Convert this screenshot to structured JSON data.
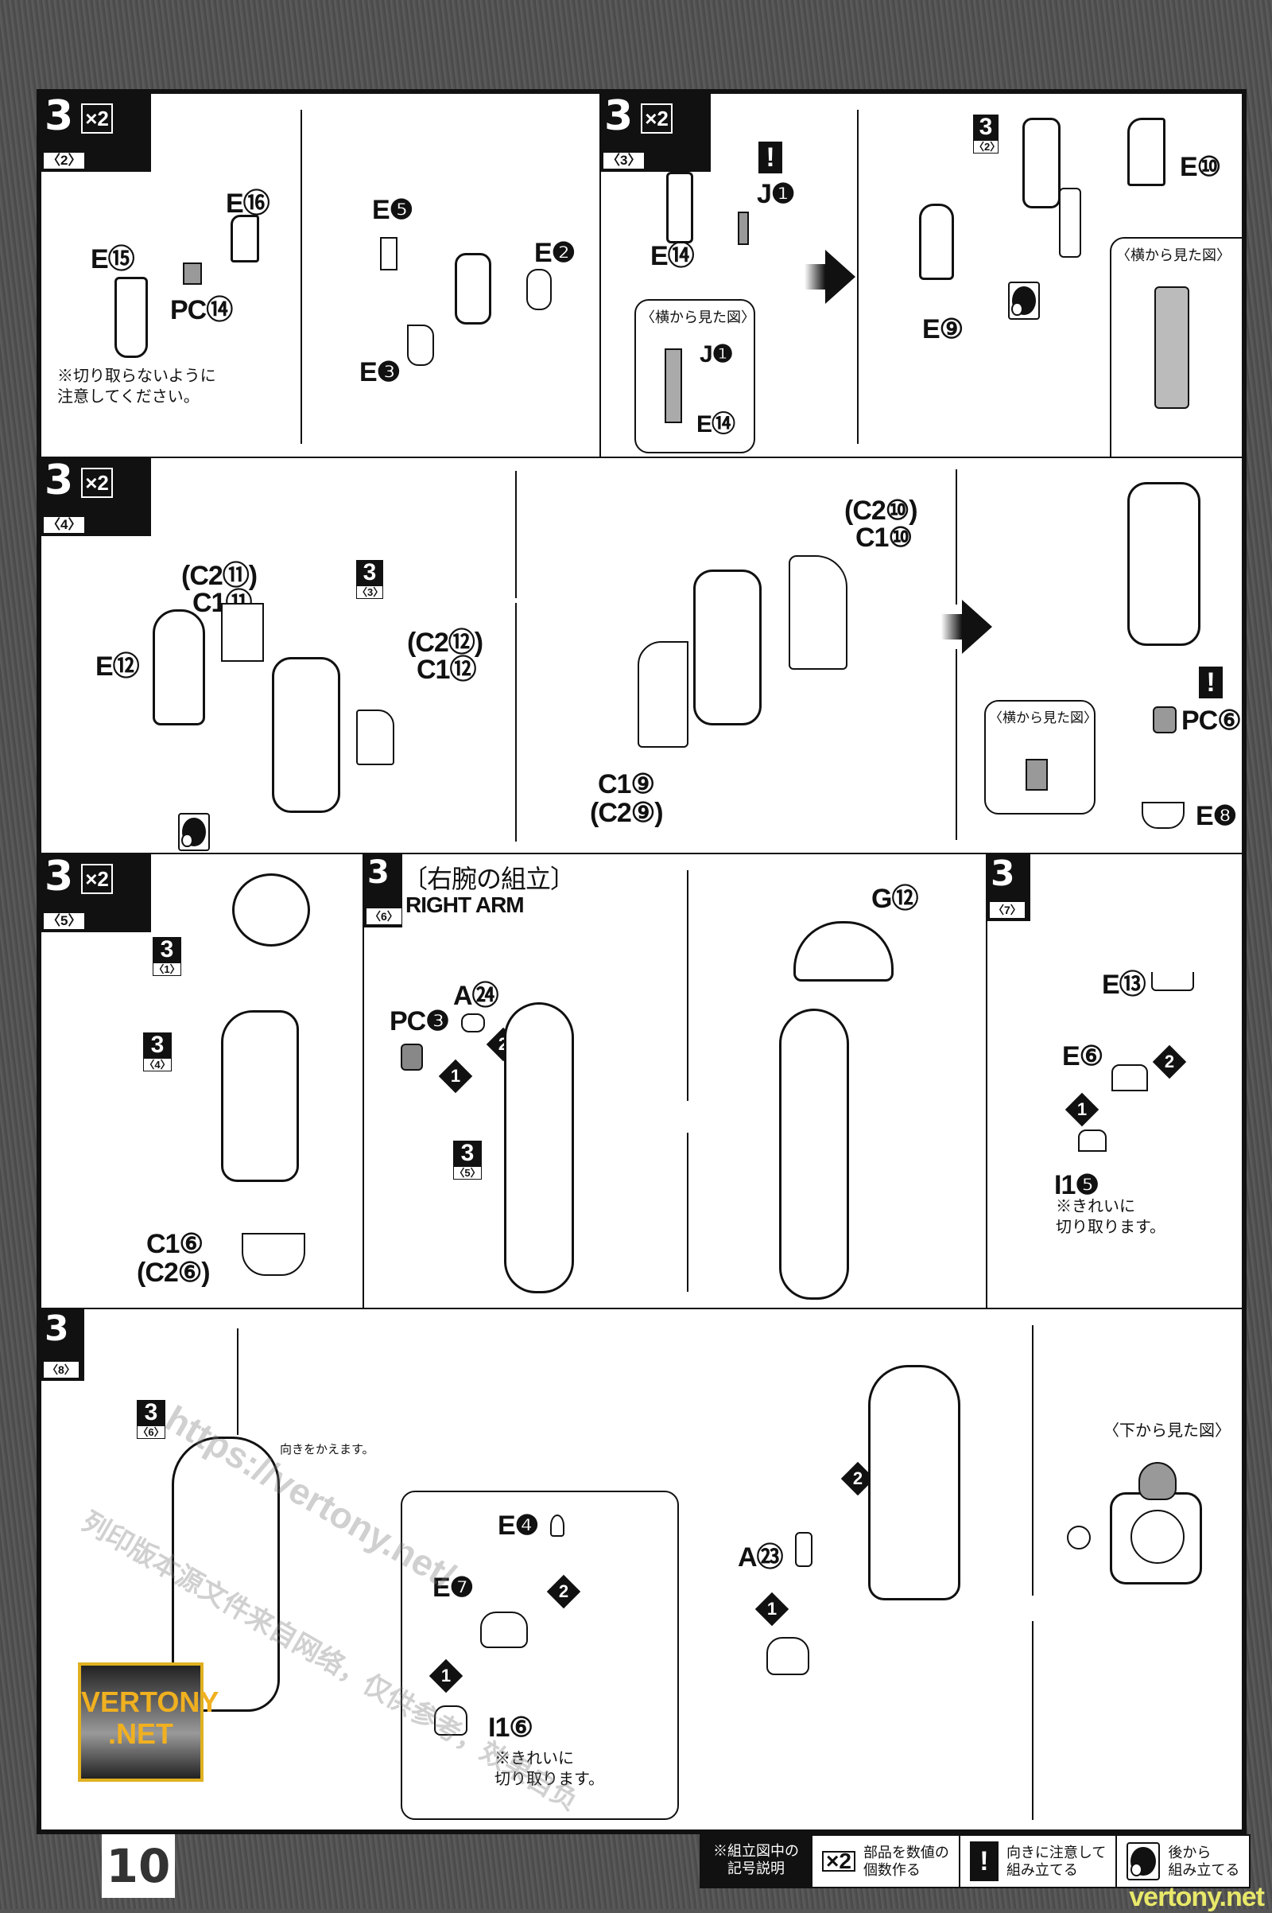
{
  "page": {
    "number": "10",
    "watermark_logo": "VERTONY\n.NET",
    "watermark_url": "https://vertony.net/",
    "watermark_cn": "列印版本源文件来自网络，仅供参考，效果自负",
    "corner_site": "vertony.net"
  },
  "panels": [
    {
      "step": "3",
      "sub": "〈2〉",
      "multiplier": "×2",
      "parts": [
        "E⑮",
        "E⑯",
        "PC⑭",
        "E❺",
        "E❷",
        "E❸"
      ],
      "note": "※切り取らないように\n注意してください。"
    },
    {
      "step": "3",
      "sub": "〈3〉",
      "multiplier": "×2",
      "parts": [
        "J❶",
        "E⑭",
        "E⑩",
        "E⑨"
      ],
      "caution_mark": "!",
      "ref_step": {
        "num": "3",
        "sub": "〈2〉"
      },
      "side_view_label": "〈横から見た図〉",
      "side_view_parts": [
        "J❶",
        "E⑭"
      ],
      "side_view_label_2": "〈横から見た図〉"
    },
    {
      "step": "3",
      "sub": "〈4〉",
      "multiplier": "×2",
      "parts": [
        "(C2⑪)",
        "C1⑪",
        "E⑫",
        "(C2⑫)",
        "C1⑫",
        "(C2⑩)",
        "C1⑩",
        "C1⑨",
        "(C2⑨)",
        "PC⑥",
        "E❽"
      ],
      "ref_step": {
        "num": "3",
        "sub": "〈3〉"
      },
      "caution_mark": "!",
      "side_view_label": "〈横から見た図〉"
    },
    {
      "step": "3",
      "sub": "〈5〉",
      "multiplier": "×2",
      "refs": [
        {
          "num": "3",
          "sub": "〈1〉"
        },
        {
          "num": "3",
          "sub": "〈4〉"
        }
      ],
      "parts": [
        "C1⑥",
        "(C2⑥)"
      ]
    },
    {
      "step": "3",
      "sub": "〈6〉",
      "title_jp": "〔右腕の組立〕",
      "title_en": "RIGHT ARM",
      "parts": [
        "PC❸",
        "A㉔",
        "G⑫"
      ],
      "order": [
        "1",
        "2"
      ],
      "ref_step": {
        "num": "3",
        "sub": "〈5〉"
      }
    },
    {
      "step": "3",
      "sub": "〈7〉",
      "parts": [
        "E⑬",
        "E⑥",
        "I1❺"
      ],
      "order": [
        "1",
        "2"
      ],
      "note": "※きれいに\n切り取ります。"
    },
    {
      "step": "3",
      "sub": "〈8〉",
      "ref_step": {
        "num": "3",
        "sub": "〈6〉"
      },
      "turn_note": "向きをかえます。",
      "parts": [
        "E❹",
        "E❼",
        "I1⑥",
        "A㉓"
      ],
      "order": [
        "1",
        "2"
      ],
      "note": "※きれいに\n切り取ります。",
      "bottom_view_label": "〈下から見た図〉"
    }
  ],
  "legend": {
    "heading": "※組立図中の\n記号説明",
    "items": [
      {
        "icon": "x2-icon",
        "symbol": "×2",
        "text": "部品を数値の\n個数作る"
      },
      {
        "icon": "caution-icon",
        "symbol": "!",
        "text": "向きに注意して\n組み立てる"
      },
      {
        "icon": "assemble-later-icon",
        "symbol": "",
        "text": "後から\n組み立てる"
      }
    ]
  }
}
